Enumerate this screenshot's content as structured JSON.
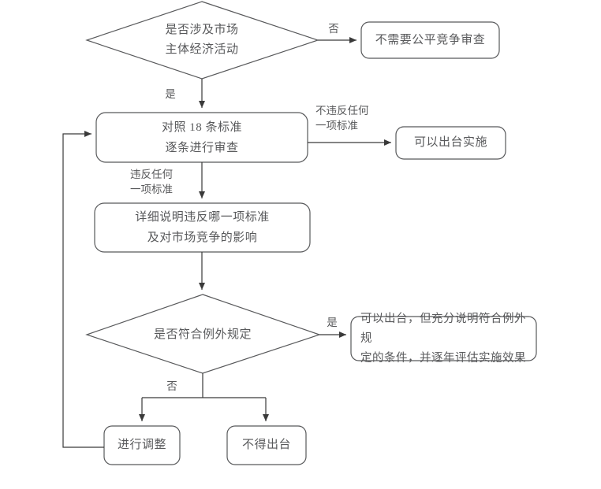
{
  "diagram": {
    "type": "flowchart",
    "title": "公平竞争审查流程图",
    "stroke_color": "#58595b",
    "text_color": "#58595b",
    "background": "#ffffff",
    "nodes": [
      {
        "id": "d1",
        "shape": "diamond",
        "label": "是否涉及市场\n主体经济活动"
      },
      {
        "id": "b1",
        "shape": "rounded-rect",
        "label": "不需要公平竞争审查"
      },
      {
        "id": "p1",
        "shape": "rounded-rect",
        "label": "对照 18 条标准\n逐条进行审查"
      },
      {
        "id": "b2",
        "shape": "rounded-rect",
        "label": "可以出台实施"
      },
      {
        "id": "p2",
        "shape": "rounded-rect",
        "label": "详细说明违反哪一项标准\n及对市场竞争的影响"
      },
      {
        "id": "d2",
        "shape": "diamond",
        "label": "是否符合例外规定"
      },
      {
        "id": "b3",
        "shape": "rounded-rect",
        "label": "可以出台，但充分说明符合例外规\n定的条件，并逐年评估实施效果"
      },
      {
        "id": "b4",
        "shape": "rounded-rect",
        "label": "进行调整"
      },
      {
        "id": "b5",
        "shape": "rounded-rect",
        "label": "不得出台"
      }
    ],
    "edge_labels": [
      {
        "id": "e1",
        "label": "否"
      },
      {
        "id": "e2",
        "label": "是"
      },
      {
        "id": "e3",
        "label": "不违反任何\n一项标准"
      },
      {
        "id": "e4",
        "label": "违反任何\n一项标准"
      },
      {
        "id": "e5",
        "label": "是"
      },
      {
        "id": "e6",
        "label": "否"
      }
    ]
  }
}
